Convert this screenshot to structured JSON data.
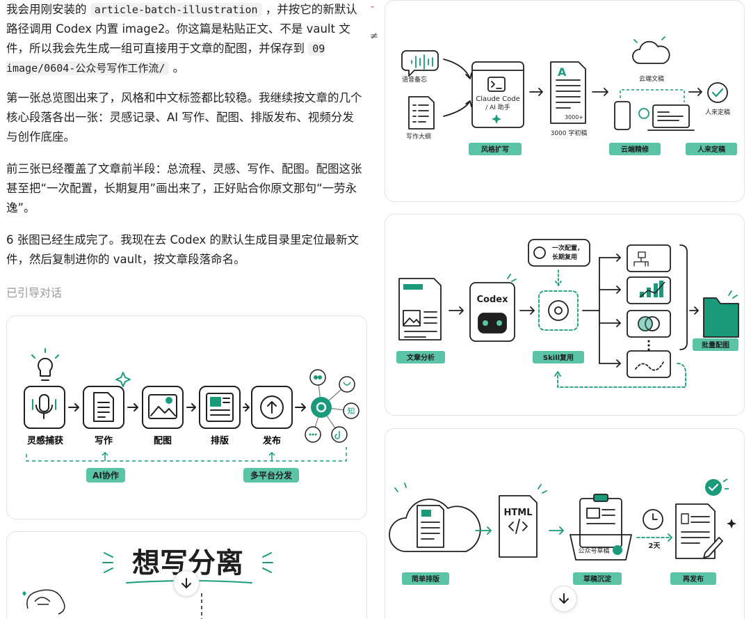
{
  "messages": [
    {
      "parts": [
        "我会用刚安装的 ",
        {
          "code": "article-batch-illustration"
        },
        " ，并按它的新默认路径调用 Codex 内置 image2。你这篇是粘贴正文、不是 vault 文件，所以我会先生成一组可直接用于文章的配图，并保存到 ",
        {
          "code": "09 image/0604-公众号写作工作流/"
        },
        " 。"
      ]
    },
    {
      "text": "第一张总览图出来了，风格和中文标签都比较稳。我继续按文章的几个核心段落各出一张：灵感记录、AI 写作、配图、排版发布、视频分发与创作底座。"
    },
    {
      "text": "前三张已经覆盖了文章前半段：总流程、灵感、写作、配图。配图这张甚至把“一次配置，长期复用”画出来了，正好贴合你原文那句“一劳永逸”。"
    },
    {
      "text": "6 张图已经生成完了。我现在去 Codex 的默认生成目录里定位最新文件，然后复制进你的 vault，按文章段落命名。"
    }
  ],
  "guide_label": "已引导对话",
  "scroll_icon": "arrow-down-icon",
  "colors": {
    "accent": "#1a9a7b",
    "accent_light": "#5cc4a6",
    "ink": "#1f1f1f",
    "muted": "#9a9a9a",
    "border": "#e3e3e3"
  },
  "img1": {
    "steps": [
      "灵感捕获",
      "写作",
      "配图",
      "排版",
      "发布"
    ],
    "tag_ai": "AI协作",
    "tag_multi": "多平台分发",
    "platform_zhi": "知"
  },
  "img2": {
    "heading": "想写分离"
  },
  "img3": {
    "voice_label": "语音备忘",
    "outline_label": "写作大纲",
    "assistant_title": "Claude Code",
    "assistant_sub": "/ AI 助手",
    "draft_count": "3000+",
    "draft_label": "3000 字初稿",
    "cloud_label": "云端文稿",
    "final_label": "人来定稿",
    "tag_style": "风格扩写",
    "tag_cloud": "云端精修",
    "tag_final": "人来定稿"
  },
  "img4": {
    "codex_label": "Codex",
    "config_line1": "一次配置，",
    "config_line2": "长期复用",
    "tag_analysis": "文章分析",
    "tag_skill": "Skill复用",
    "tag_batch": "批量配图"
  },
  "img5": {
    "html_label": "HTML",
    "box_label": "公众号草稿",
    "days_label": "2天",
    "tag_layout": "简单排版",
    "tag_draft": "草稿沉淀",
    "tag_republish": "再发布"
  }
}
